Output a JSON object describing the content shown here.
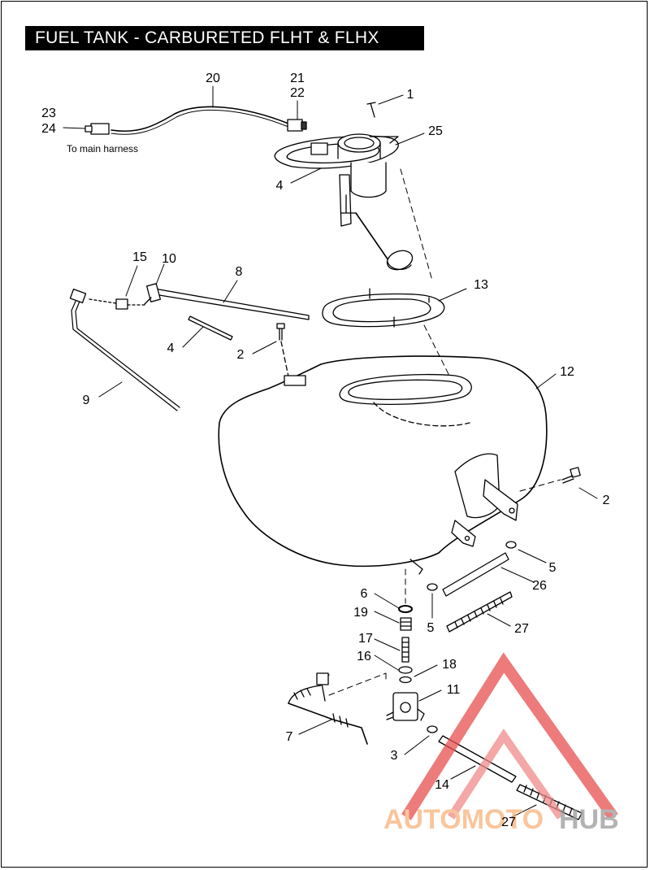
{
  "title": "FUEL TANK - CARBURETED FLHT & FLHX",
  "note": "To main harness",
  "callouts": {
    "c1": "1",
    "c2a": "2",
    "c2b": "2",
    "c3": "3",
    "c4a": "4",
    "c4b": "4",
    "c5a": "5",
    "c5b": "5",
    "c6": "6",
    "c7": "7",
    "c8": "8",
    "c9": "9",
    "c10": "10",
    "c11": "11",
    "c12": "12",
    "c13": "13",
    "c14": "14",
    "c15": "15",
    "c16": "16",
    "c17": "17",
    "c18": "18",
    "c19": "19",
    "c20": "20",
    "c21": "21",
    "c22": "22",
    "c23": "23",
    "c24": "24",
    "c25": "25",
    "c26": "26",
    "c27a": "27",
    "c27b": "27"
  },
  "watermark": {
    "part1": "AUTOMOTO",
    "part2": "HUB",
    "color_light": "#f7b27a",
    "color_dark": "#9a9a9a",
    "triangle_color": "#e85050"
  }
}
